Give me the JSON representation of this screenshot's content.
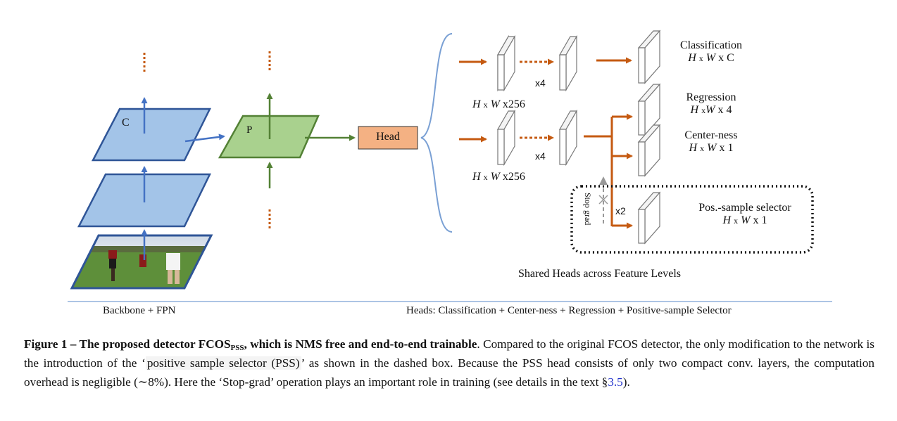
{
  "figure": {
    "backbone_level_label": "C",
    "fpn_level_label": "P",
    "head_box_label": "Head",
    "repeat_label_top": "x4",
    "repeat_label_mid": "x4",
    "repeat_label_pss": "x2",
    "dim_label_top": "x256",
    "dim_label_mid": "x256",
    "stop_grad_label": "Stop grad",
    "outputs": {
      "classification": {
        "name": "Classification",
        "dims": "x C"
      },
      "regression": {
        "name": "Regression",
        "dims": "x 4"
      },
      "centerness": {
        "name": "Center-ness",
        "dims": "x 1"
      },
      "pss": {
        "name": "Pos.-sample selector",
        "dims": "x 1"
      }
    },
    "shared_heads_label": "Shared Heads across Feature Levels",
    "backbone_fpn_label": "Backbone + FPN",
    "heads_label": "Heads: Classification + Center-ness + Regression + Positive-sample Selector",
    "colors": {
      "backbone_fill": "#a3c4e8",
      "backbone_stroke": "#2f5597",
      "fpn_fill": "#a9d18e",
      "fpn_stroke": "#538135",
      "head_fill": "#f4b183",
      "arrow_orange": "#c55a11",
      "arrow_blue": "#4472c4",
      "arrow_green": "#538135"
    }
  },
  "caption": {
    "prefix": "Figure 1 –  The proposed detector FCOS",
    "subscript": "PSS",
    "bold_tail": ", which is NMS free and end-to-end trainable",
    "text_1": ". Compared to the original FCOS detector, the only modification to the network is the introduction of the ‘",
    "pss_term": "positive sample selector (PSS)",
    "text_2": "’ as shown in the dashed box. Because the PSS head consists of only two compact conv. layers, the computation overhead is negligible (∼8%). Here the ‘Stop-grad’ operation plays an important role in training (see details in the text §",
    "ref": "3.5",
    "text_3": ")."
  }
}
